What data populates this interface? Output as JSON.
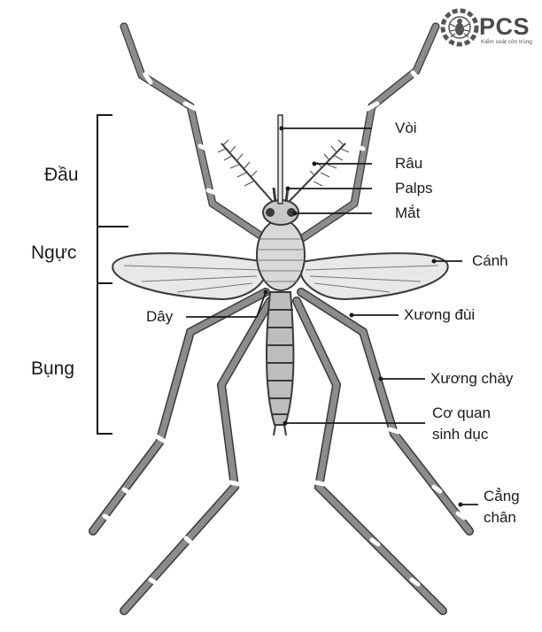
{
  "logo": {
    "brand": "PCS",
    "tagline": "Kiểm soát côn trùng",
    "icon": "bug-in-gear-icon"
  },
  "sections": {
    "head": "Đầu",
    "thorax": "Ngực",
    "abdomen": "Bụng"
  },
  "parts": {
    "proboscis": "Vòi",
    "antenna": "Râu",
    "palps": "Palps",
    "eye": "Mắt",
    "wing": "Cánh",
    "vein": "Dây",
    "femur": "Xương đùi",
    "tibia": "Xương chày",
    "genitalia_line1": "Cơ quan",
    "genitalia_line2": "sinh dục",
    "tarsus_line1": "Cẳng",
    "tarsus_line2": "chân"
  },
  "colors": {
    "body": "#d8d8d8",
    "outline": "#3a3a3a",
    "leg": "#8c8c8c",
    "text": "#1a1a1a"
  }
}
